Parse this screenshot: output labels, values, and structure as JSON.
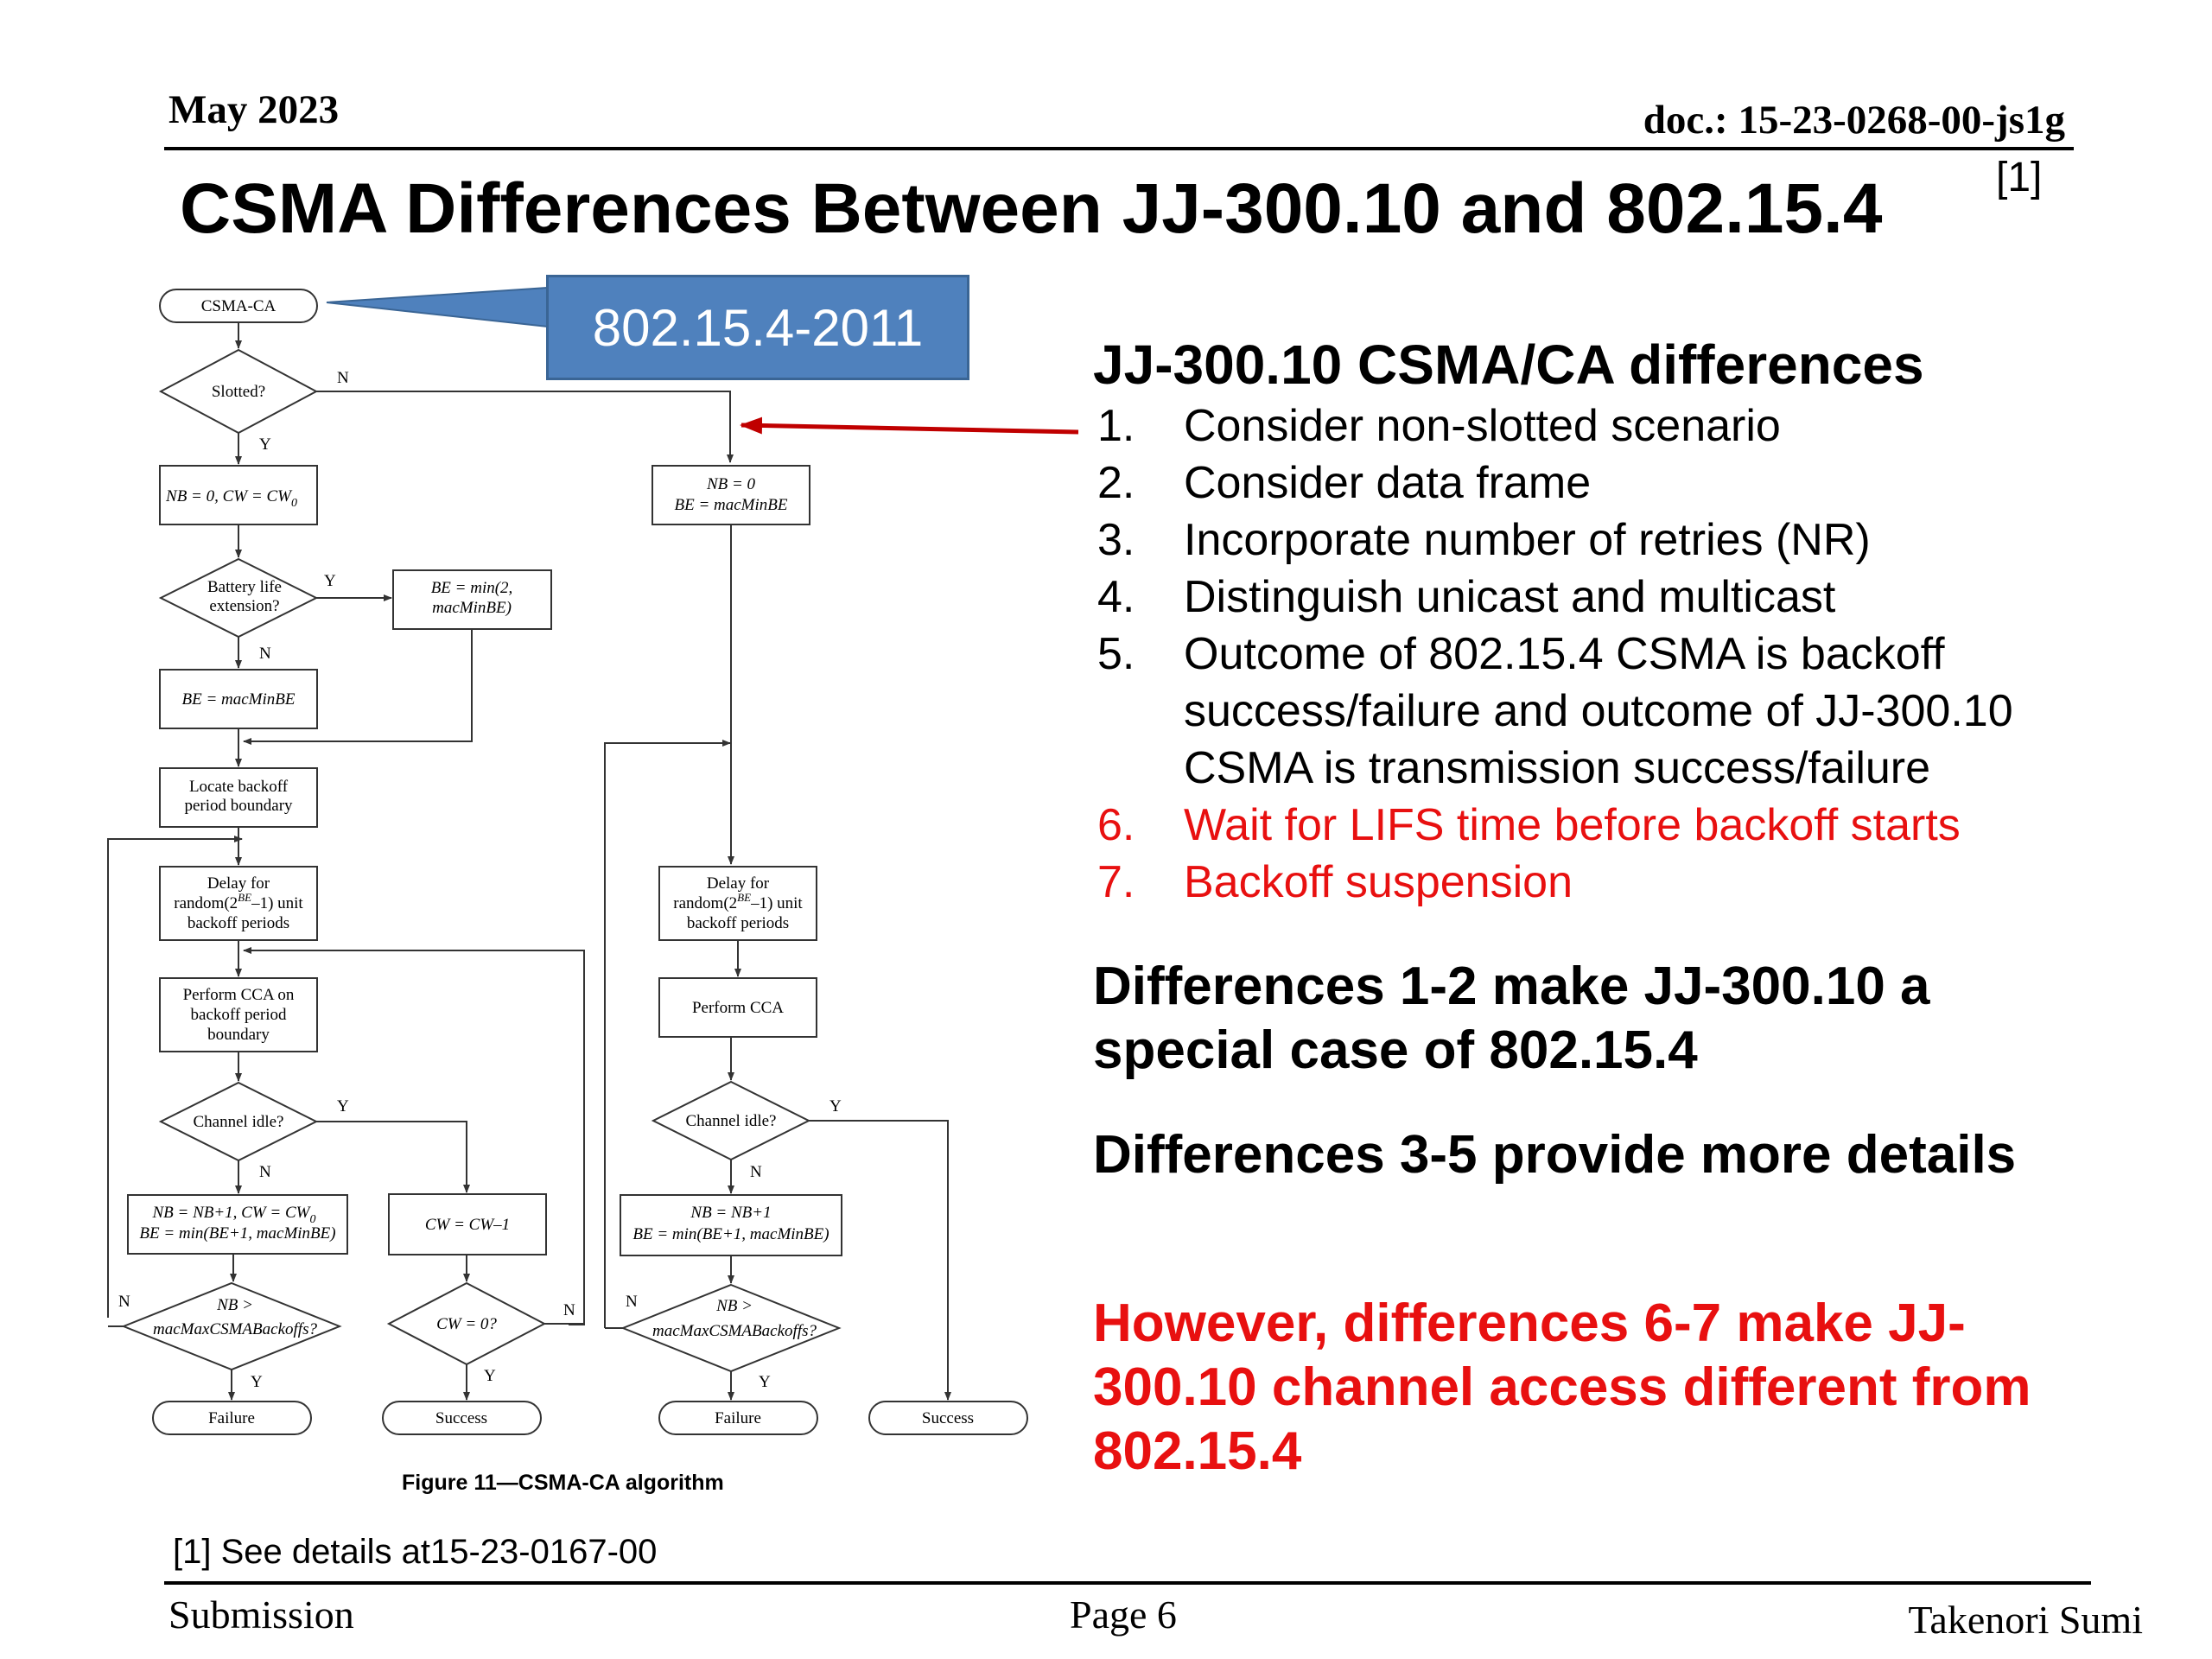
{
  "header": {
    "date": "May 2023",
    "doc": "doc.: 15-23-0268-00-js1g"
  },
  "title": {
    "text": "CSMA Differences Between JJ-300.10 and 802.15.4",
    "ref": "[1]"
  },
  "callout": {
    "label": "802.15.4-2011",
    "color": "#4f81bd"
  },
  "differences": {
    "heading": "JJ-300.10 CSMA/CA differences",
    "items": [
      {
        "num": "1.",
        "text": "Consider non-slotted scenario"
      },
      {
        "num": "2.",
        "text": "Consider data frame"
      },
      {
        "num": "3.",
        "text": "Incorporate number of retries (NR)"
      },
      {
        "num": "4.",
        "text": "Distinguish unicast and multicast"
      },
      {
        "num": "5.",
        "text": "Outcome of 802.15.4 CSMA is backoff success/failure and outcome of JJ-300.10 CSMA is transmission success/failure"
      },
      {
        "num": "6.",
        "text": "Wait for LIFS time before backoff starts"
      },
      {
        "num": "7.",
        "text": "Backoff suspension"
      }
    ],
    "highlight_color": "#e81010"
  },
  "paragraphs": {
    "p1": "Differences 1-2 make JJ-300.10 a special case of 802.15.4",
    "p2": "Differences 3-5 provide more details",
    "p3": "However, differences 6-7 make JJ-300.10 channel access different from 802.15.4"
  },
  "flowchart": {
    "start": "CSMA-CA",
    "slotted": "Slotted?",
    "nb_cw": "NB = 0, CW = CW",
    "nb_cw_sub": "0",
    "nb0": "NB = 0",
    "be_min": "BE = macMinBE",
    "battery_1": "Battery life",
    "battery_2": "extension?",
    "be_min2_1": "BE = min(2,",
    "be_min2_2": "macMinBE)",
    "be_macminbe": "BE = macMinBE",
    "locate_1": "Locate backoff",
    "locate_2": "period boundary",
    "delay_1": "Delay for",
    "delay_2a": "random(2",
    "delay_2sup": "BE",
    "delay_2b": "–1) unit",
    "delay_3": "backoff periods",
    "cca_1": "Perform CCA on",
    "cca_2": "backoff period",
    "cca_3": "boundary",
    "cca_simple": "Perform CCA",
    "idle": "Channel idle?",
    "nbinc_1": "NB = NB+1, CW = CW",
    "nbinc_1sub": "0",
    "nbinc_2": "BE = min(BE+1, macMinBE)",
    "cwdec": "CW = CW–1",
    "nbinc_r1": "NB = NB+1",
    "nbinc_r2": "BE = min(BE+1, macMinBE)",
    "nbmax_1": "NB >",
    "nbmax_2": "macMaxCSMABackoffs?",
    "cw0": "CW = 0?",
    "failure": "Failure",
    "success": "Success",
    "yes": "Y",
    "no": "N"
  },
  "figure_caption": "Figure 11—CSMA-CA algorithm",
  "footnote": "[1] See details at15-23-0167-00",
  "footer": {
    "left": "Submission",
    "center": "Page 6",
    "right": "Takenori Sumi"
  }
}
